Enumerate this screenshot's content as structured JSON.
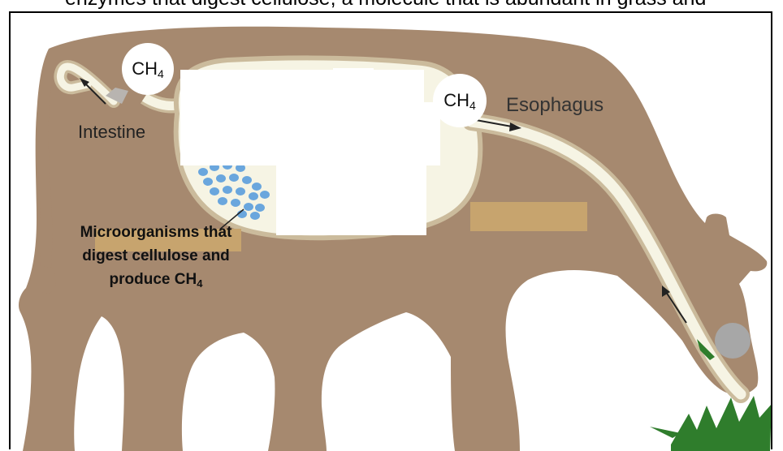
{
  "header_text": "enzymes that digest cellulose, a molecule that is abundant in grass and",
  "labels": {
    "intestine": "Intestine",
    "esophagus": "Esophagus",
    "microorganisms_line1": "Microorganisms that",
    "microorganisms_line2": "digest cellulose and",
    "microorganisms_line3_main": "produce CH",
    "microorganisms_line3_sub": "4"
  },
  "ch4_bubbles": [
    {
      "main": "CH",
      "sub": "4"
    },
    {
      "main": "CH",
      "sub": "4"
    }
  ],
  "colors": {
    "cow_body": "#a6896f",
    "digestive_tract": "#f6f4e4",
    "tract_outline": "#cbbb9c",
    "microbes": "#6aa6dd",
    "grass": "#2f7d2c",
    "mouth_circle": "#a7a7a7",
    "label_box": "#c7a46e"
  }
}
